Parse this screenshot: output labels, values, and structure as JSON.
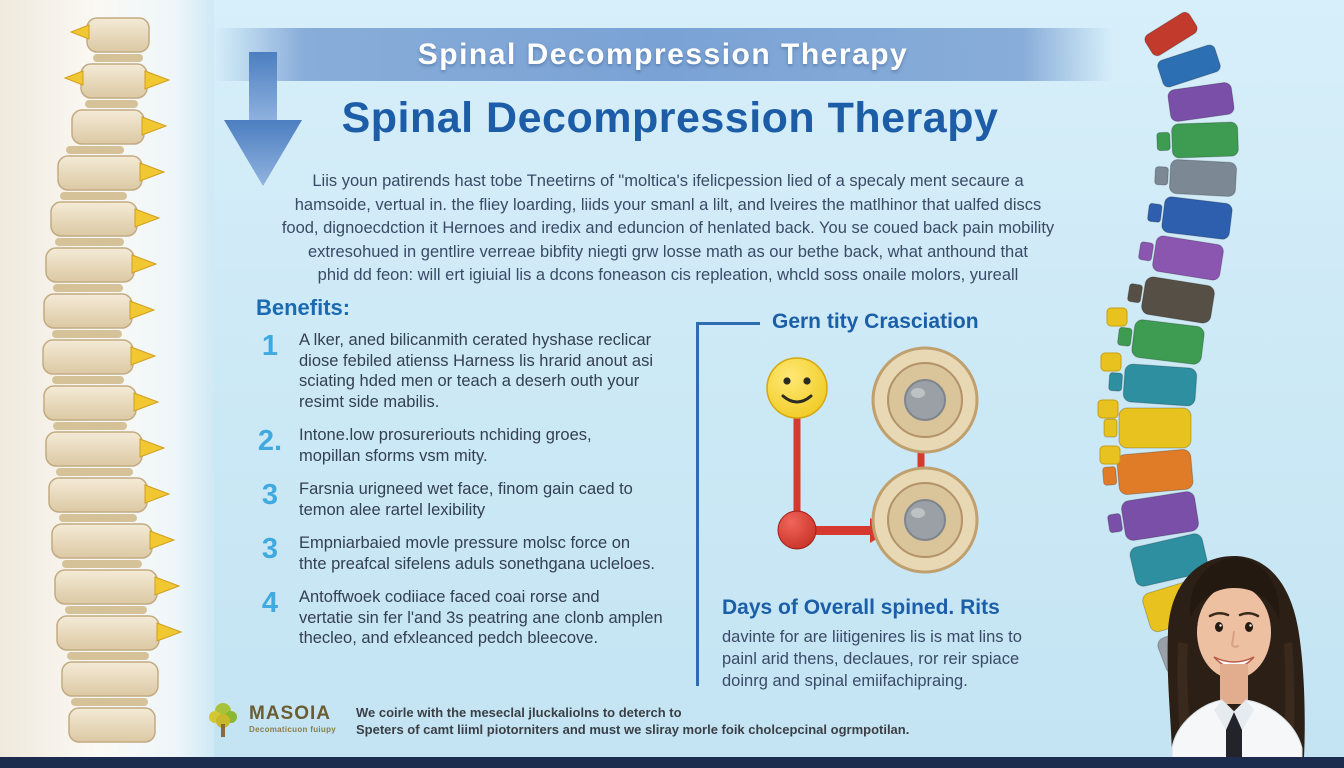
{
  "banner": {
    "title": "Spinal Decompression Therapy"
  },
  "main_title": "Spinal Decompression Therapy",
  "intro_lines": [
    "Liis youn patirends hast tobe Tneetirns of \"moltica's ifelicpession lied of a specaly ment secaure a",
    "hamsoide, vertual in. the fliey loarding, liids your smanl a lilt, and lveires the matlhinor that ualfed discs",
    "food, dignoecdction it Hernoes and iredix and eduncion of henlated back. You se coued back pain mobility",
    "extresohued in gentlire verreae bibfity niegti grw losse math as our bethe back, what anthound that",
    "phid dd feon: will ert igiuial lis a dcons foneason cis repleation, whcld soss onaile molors, yureall"
  ],
  "benefits": {
    "heading": "Benefits:",
    "items": [
      {
        "num": "1",
        "text": "A lker, aned bilicanmith cerated hyshase reclicar\ndiose febiled atienss Harness lis hrarid anout asi\nsciating hded men or teach a deserh outh your\nresimt side mabilis."
      },
      {
        "num": "2.",
        "text": "Intone.low prosureriouts nchiding groes,\nmopillan sforms vsm mity."
      },
      {
        "num": "3",
        "text": "Farsnia urigneed wet face, finom gain caed to\ntemon alee rartel lexibility"
      },
      {
        "num": "3",
        "text": "Empniarbaied movle pressure molsc force on\nthte preafcal sifelens aduls sonethgana ucleloes."
      },
      {
        "num": "4",
        "text": "Antoffwoek codiiace faced coai rorse and\nvertatie sin fer l'and 3s peatring ane clonb amplen\nthecleo, and efxleanced pedch bleecove."
      }
    ]
  },
  "diagram": {
    "heading": "Gern tity Crasciation",
    "days_heading": "Days of Overall spined. Rits",
    "days_text": "davinte for are liitigenires lis is mat lins to\npainl arid thens, declaues, ror reir spiace\ndoinrg and spinal emiifachipraing.",
    "icons": [
      "smiley-face-icon",
      "disc-top-icon",
      "disc-bottom-icon",
      "red-arrow-icon"
    ]
  },
  "logo": {
    "name": "MASOIA",
    "tagline": "Decomaticuon fuiupy",
    "icon": "tree-logo-icon"
  },
  "footer_lines": [
    "We coirle with the meseclal jluckaliolns to deterch to",
    "Speters of camt liiml piotorniters and must we sliray morle foik cholcepcinal ogrmpotilan."
  ],
  "colors": {
    "title_blue": "#1d5ca6",
    "heading_blue": "#1a6ab3",
    "number_blue": "#3fa9e0",
    "accent_red": "#d63a2e",
    "smiley_yellow": "#f3cf27",
    "bottom_strip": "#1c2c4e"
  }
}
